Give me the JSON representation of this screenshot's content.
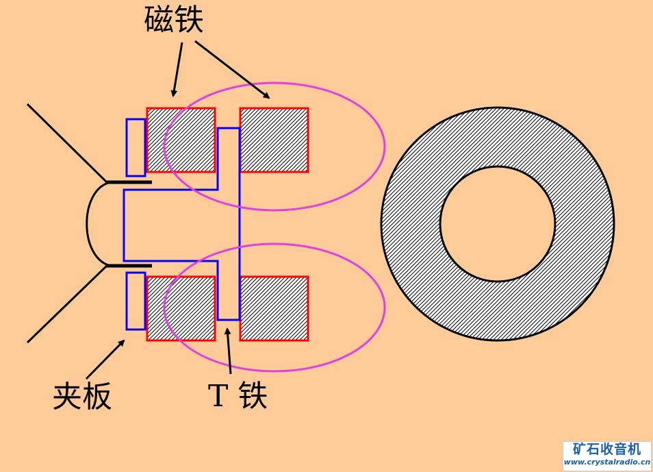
{
  "labels": {
    "magnet": "磁铁",
    "clamp": "夹板",
    "t_iron": "T 铁"
  },
  "watermark": {
    "title": "矿石收音机",
    "url": "www.crystalradio.cn"
  },
  "colors": {
    "background": "#FFCC99",
    "magnet_outline": "#FF0000",
    "iron_outline": "#0000FF",
    "field_loop": "#E040E0",
    "hatch": "#000000"
  }
}
